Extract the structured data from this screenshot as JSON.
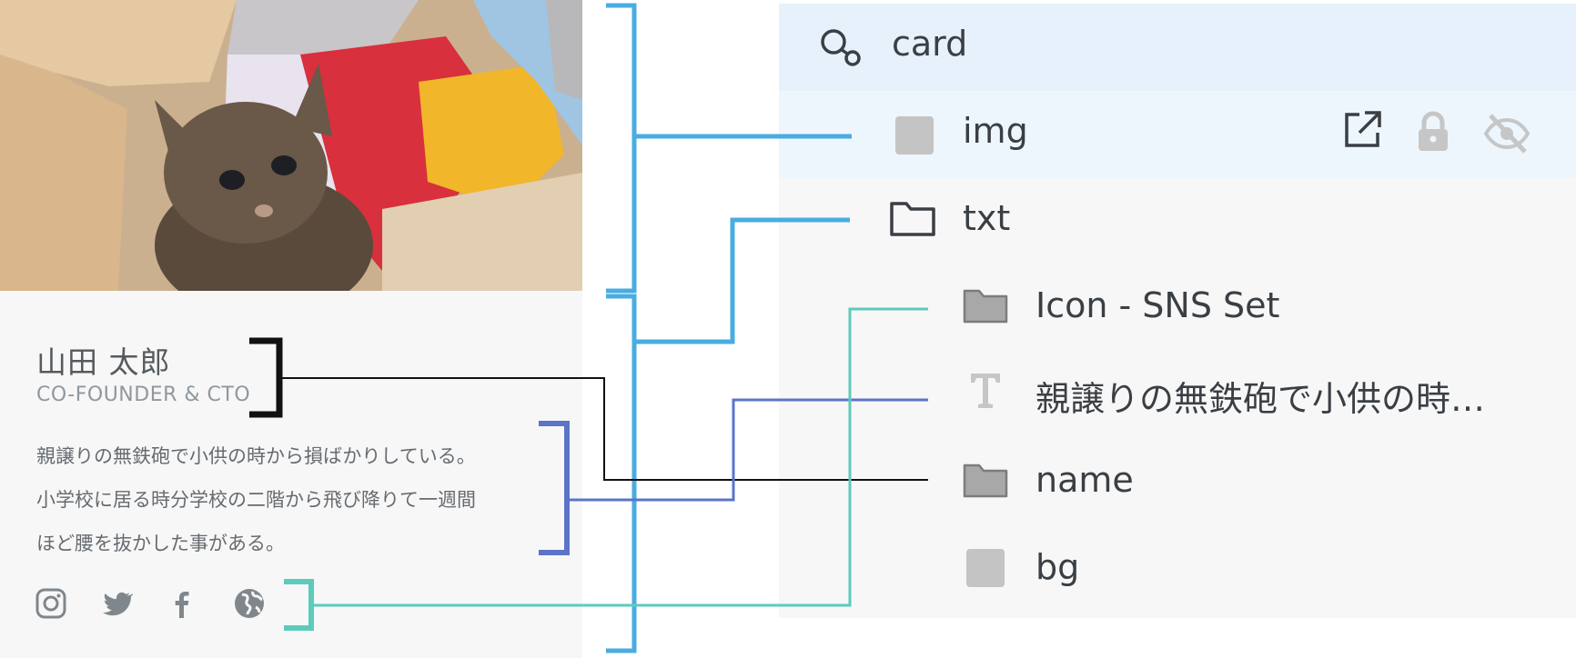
{
  "card": {
    "name": "山田 太郎",
    "title": "CO-FOUNDER & CTO",
    "bio_lines": [
      "親譲りの無鉄砲で小供の時から損ばかりしている。",
      "小学校に居る時分学校の二階から飛び降りて一週間",
      "ほど腰を抜かした事がある。"
    ],
    "sns_icons": [
      "instagram-icon",
      "twitter-icon",
      "facebook-icon",
      "globe-icon"
    ]
  },
  "layers": {
    "items": [
      {
        "label": "card",
        "icon": "component-icon"
      },
      {
        "label": "img",
        "icon": "rectangle-icon"
      },
      {
        "label": "txt",
        "icon": "folder-outline-icon"
      },
      {
        "label": "Icon - SNS Set",
        "icon": "folder-icon"
      },
      {
        "label": "親譲りの無鉄砲で小供の時…",
        "icon": "text-icon"
      },
      {
        "label": "name",
        "icon": "folder-icon"
      },
      {
        "label": "bg",
        "icon": "rectangle-icon"
      }
    ],
    "row_actions": [
      "external-link-icon",
      "lock-icon",
      "eye-off-icon"
    ]
  },
  "colors": {
    "accent_blue": "#4aace0",
    "accent_indigo": "#5b74c8",
    "accent_teal": "#5ccbbb",
    "connector_black": "#111111",
    "row_selected": "#e6f1fb",
    "row_hover": "#eef6fd",
    "panel_bg": "#f7f7f7"
  }
}
